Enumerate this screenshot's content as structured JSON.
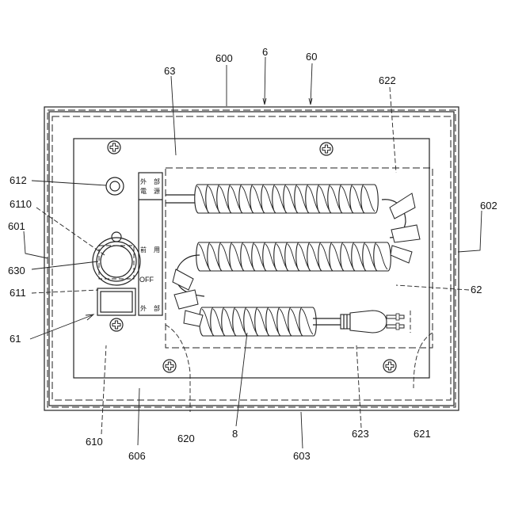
{
  "panel_labels": {
    "top_left": "外",
    "top_left_2": "電",
    "top_right": "部",
    "top_right_2": "源",
    "mid_left": "前",
    "mid_right": "用",
    "off": "OFF",
    "bottom_left": "外",
    "bottom_right": "部"
  },
  "reference_numerals": [
    {
      "id": "600",
      "text": "600"
    },
    {
      "id": "6",
      "text": "6"
    },
    {
      "id": "60",
      "text": "60"
    },
    {
      "id": "63",
      "text": "63"
    },
    {
      "id": "622",
      "text": "622"
    },
    {
      "id": "612",
      "text": "612"
    },
    {
      "id": "6110",
      "text": "6110"
    },
    {
      "id": "601",
      "text": "601"
    },
    {
      "id": "630",
      "text": "630"
    },
    {
      "id": "611",
      "text": "611"
    },
    {
      "id": "61",
      "text": "61"
    },
    {
      "id": "602",
      "text": "602"
    },
    {
      "id": "62",
      "text": "62"
    },
    {
      "id": "610",
      "text": "610"
    },
    {
      "id": "606",
      "text": "606"
    },
    {
      "id": "620",
      "text": "620"
    },
    {
      "id": "8",
      "text": "8"
    },
    {
      "id": "603",
      "text": "603"
    },
    {
      "id": "623",
      "text": "623"
    },
    {
      "id": "621",
      "text": "621"
    }
  ]
}
